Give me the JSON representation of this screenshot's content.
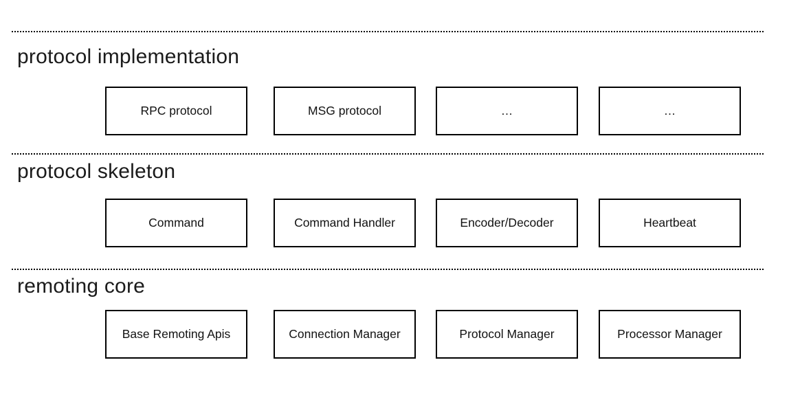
{
  "diagram": {
    "colors": {
      "background": "#ffffff",
      "line": "#000000",
      "box_border": "#000000",
      "text": "#1b1b1b"
    },
    "layers": [
      {
        "title": "protocol implementation",
        "boxes": [
          "RPC protocol",
          "MSG protocol",
          "…",
          "…"
        ]
      },
      {
        "title": "protocol skeleton",
        "boxes": [
          "Command",
          "Command Handler",
          "Encoder/Decoder",
          "Heartbeat"
        ]
      },
      {
        "title": "remoting core",
        "boxes": [
          "Base Remoting Apis",
          "Connection Manager",
          "Protocol Manager",
          "Processor Manager"
        ]
      }
    ]
  }
}
